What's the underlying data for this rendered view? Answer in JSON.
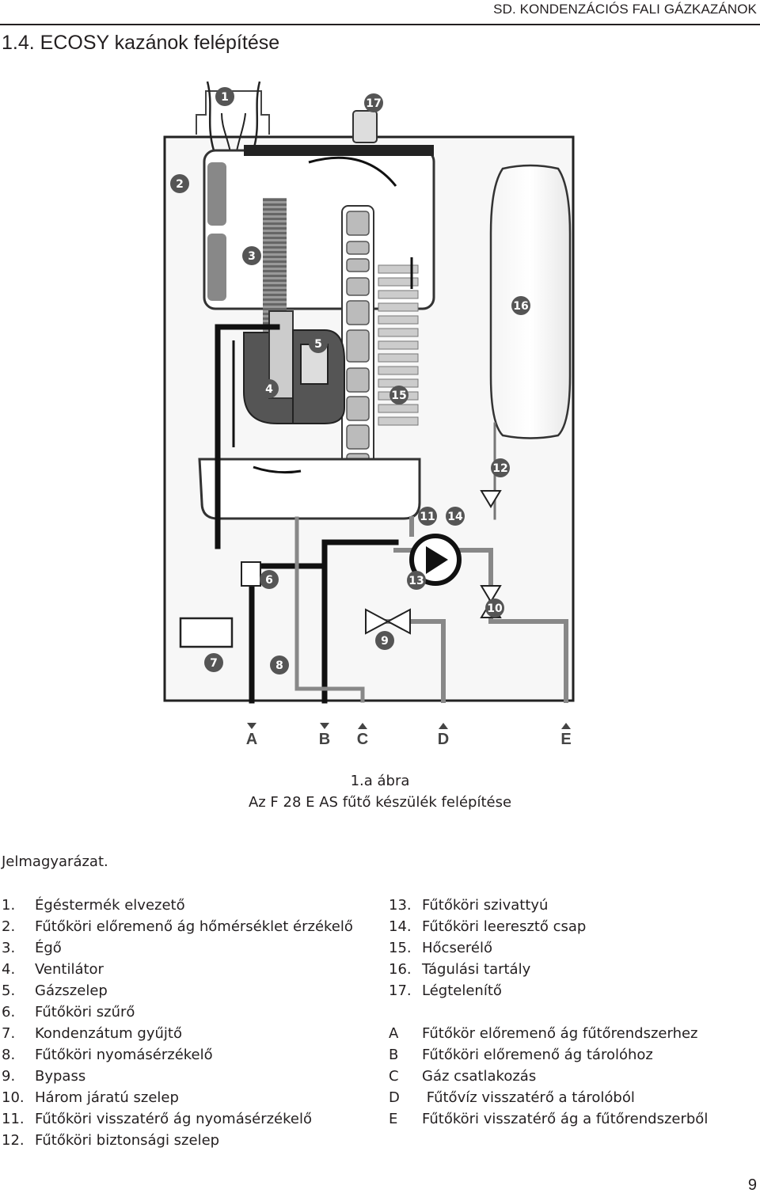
{
  "header": {
    "right_title": "SD. KONDENZÁCIÓS FALI GÁZKAZÁNOK",
    "section_title": "1.4. ECOSY kazánok felépítése"
  },
  "diagram": {
    "callouts": [
      "1",
      "2",
      "3",
      "4",
      "5",
      "6",
      "7",
      "8",
      "9",
      "10",
      "11",
      "12",
      "13",
      "14",
      "15",
      "16",
      "17"
    ],
    "connections": [
      "A",
      "B",
      "C",
      "D",
      "E"
    ]
  },
  "caption": {
    "line1": "1.a ábra",
    "line2": "Az F 28 E AS fűtő készülék felépítése"
  },
  "legend": {
    "title": "Jelmagyarázat.",
    "left_items": [
      {
        "num": "1.",
        "text": "Égéstermék elvezető"
      },
      {
        "num": "2.",
        "text": "Fűtőköri előremenő ág hőmérséklet érzékelő"
      },
      {
        "num": "3.",
        "text": "Égő"
      },
      {
        "num": "4.",
        "text": "Ventilátor"
      },
      {
        "num": "5.",
        "text": "Gázszelep"
      },
      {
        "num": "6.",
        "text": "Fűtőköri szűrő"
      },
      {
        "num": "7.",
        "text": "Kondenzátum gyűjtő"
      },
      {
        "num": "8.",
        "text": "Fűtőköri nyomásérzékelő"
      },
      {
        "num": "9.",
        "text": "Bypass"
      },
      {
        "num": "10.",
        "text": "Három járatú szelep"
      },
      {
        "num": "11.",
        "text": "Fűtőköri visszatérő ág nyomásérzékelő"
      },
      {
        "num": "12.",
        "text": "Fűtőköri biztonsági szelep"
      }
    ],
    "right_items": [
      {
        "num": "13.",
        "text": "Fűtőköri szivattyú"
      },
      {
        "num": "14.",
        "text": "Fűtőköri leeresztő csap"
      },
      {
        "num": "15.",
        "text": "Hőcserélő"
      },
      {
        "num": "16.",
        "text": "Tágulási tartály"
      },
      {
        "num": "17.",
        "text": "Légtelenítő"
      }
    ],
    "letter_items": [
      {
        "num": "A",
        "text": "Fűtőkör előremenő ág fűtőrendszerhez"
      },
      {
        "num": "B",
        "text": "Fűtőköri előremenő ág tárolóhoz"
      },
      {
        "num": "C",
        "text": "Gáz csatlakozás"
      },
      {
        "num": "D",
        "text": " Fűtővíz visszatérő a tárolóból"
      },
      {
        "num": "E",
        "text": "Fűtőköri visszatérő ág a fűtőrendszerből"
      }
    ]
  },
  "page_number": "9"
}
